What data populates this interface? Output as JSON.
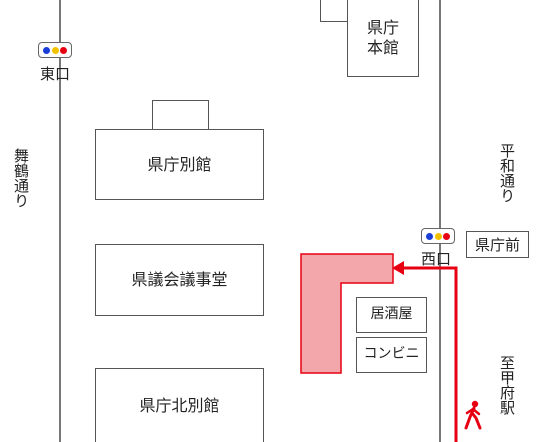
{
  "map": {
    "roads": {
      "left_road": "舞鶴通り",
      "right_road": "平和通り",
      "direction_label": "至甲府駅"
    },
    "signals": {
      "east_exit": "東口",
      "west_exit": "西口",
      "bus_stop": "県庁前"
    },
    "buildings": {
      "main_building": "県庁\n本館",
      "annex": "県庁別館",
      "assembly_hall": "県議会議事堂",
      "north_annex": "県庁北別館",
      "izakaya": "居酒屋",
      "convenience_store": "コンビニ"
    },
    "colors": {
      "route": "#e60012",
      "destination_fill": "#f4a7aa",
      "signal_blue": "#1a3fd6",
      "signal_yellow": "#f2c200",
      "signal_red": "#e60012"
    },
    "icons": {
      "walker": "walking-person-icon"
    }
  }
}
